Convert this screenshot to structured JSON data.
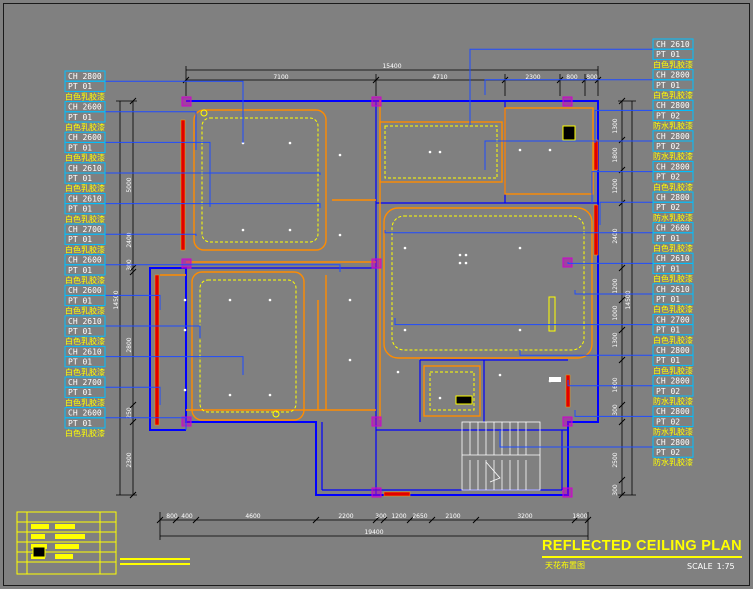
{
  "title": "REFLECTED CEILING PLAN",
  "subtitle": "天花布置图",
  "scale_label": "SCALE",
  "scale_value": "1:75",
  "dims": {
    "top_total": "15400",
    "top_segments": [
      "7100",
      "4710",
      "2300",
      "800",
      "800"
    ],
    "bottom_segments": [
      "800",
      "400",
      "4600",
      "2200",
      "300",
      "1200",
      "2650",
      "2100",
      "3200",
      "1800"
    ],
    "bottom_total": "19400",
    "left_total": "14500",
    "left_segments": [
      "5000",
      "300",
      "2400",
      "2800",
      "250",
      "2300"
    ],
    "right_total": "14500",
    "right_segments": [
      "1300",
      "1800",
      "1200",
      "2400",
      "1200",
      "1000",
      "1300",
      "1600",
      "300",
      "2500",
      "300"
    ]
  },
  "left_tags": [
    {
      "ch": "CH 2800",
      "pt": "PT  01",
      "note": "白色乳胶漆"
    },
    {
      "ch": "CH 2600",
      "pt": "PT  01",
      "note": "白色乳胶漆"
    },
    {
      "ch": "CH 2600",
      "pt": "PT  01",
      "note": "白色乳胶漆"
    },
    {
      "ch": "CH 2610",
      "pt": "PT  01",
      "note": "白色乳胶漆"
    },
    {
      "ch": "CH 2610",
      "pt": "PT  01",
      "note": "白色乳胶漆"
    },
    {
      "ch": "CH 2700",
      "pt": "PT  01",
      "note": "白色乳胶漆"
    },
    {
      "ch": "CH 2600",
      "pt": "PT  01",
      "note": "白色乳胶漆"
    },
    {
      "ch": "CH 2600",
      "pt": "PT  01",
      "note": "白色乳胶漆"
    },
    {
      "ch": "CH 2610",
      "pt": "PT  01",
      "note": "白色乳胶漆"
    },
    {
      "ch": "CH 2610",
      "pt": "PT  01",
      "note": "白色乳胶漆"
    },
    {
      "ch": "CH 2700",
      "pt": "PT  01",
      "note": "白色乳胶漆"
    },
    {
      "ch": "CH 2600",
      "pt": "PT  01",
      "note": "白色乳胶漆"
    }
  ],
  "right_tags": [
    {
      "ch": "CH 2610",
      "pt": "PT  01",
      "note": "白色乳胶漆"
    },
    {
      "ch": "CH 2800",
      "pt": "PT  01",
      "note": "白色乳胶漆"
    },
    {
      "ch": "CH 2800",
      "pt": "PT  02",
      "note": "防水乳胶漆"
    },
    {
      "ch": "CH 2800",
      "pt": "PT  02",
      "note": "防水乳胶漆"
    },
    {
      "ch": "CH 2800",
      "pt": "PT  02",
      "note": "白色乳胶漆"
    },
    {
      "ch": "CH 2800",
      "pt": "PT  02",
      "note": "防水乳胶漆"
    },
    {
      "ch": "CH 2600",
      "pt": "PT  01",
      "note": "白色乳胶漆"
    },
    {
      "ch": "CH 2610",
      "pt": "PT  01",
      "note": "白色乳胶漆"
    },
    {
      "ch": "CH 2610",
      "pt": "PT  01",
      "note": "白色乳胶漆"
    },
    {
      "ch": "CH 2700",
      "pt": "PT  01",
      "note": "白色乳胶漆"
    },
    {
      "ch": "CH 2800",
      "pt": "PT  01",
      "note": "白色乳胶漆"
    },
    {
      "ch": "CH 2800",
      "pt": "PT  02",
      "note": "防水乳胶漆"
    },
    {
      "ch": "CH 2800",
      "pt": "PT  02",
      "note": "防水乳胶漆"
    },
    {
      "ch": "CH 2800",
      "pt": "PT  02",
      "note": "防水乳胶漆"
    }
  ],
  "colors": {
    "background": "#808080",
    "wall": "#0000ff",
    "ceiling_edge": "#ff8c00",
    "ceiling_trim": "#ffff00",
    "tag_border": "#00bfff",
    "leader": "#1e4bff",
    "column": "#c000c0",
    "curtain": "#e00000",
    "dimension": "#000000"
  }
}
